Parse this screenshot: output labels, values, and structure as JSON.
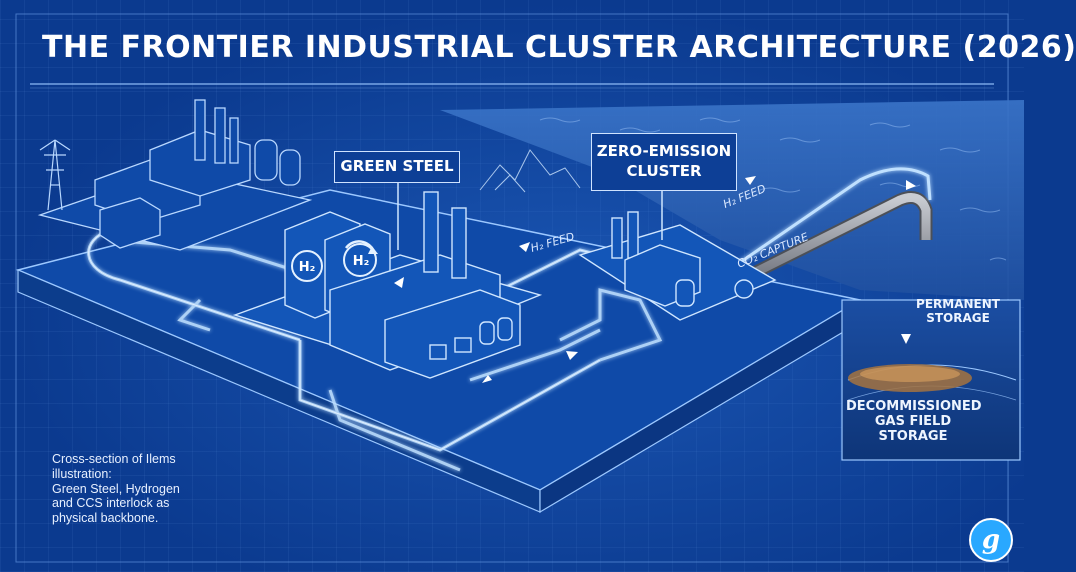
{
  "title": "THE FRONTIER INDUSTRIAL CLUSTER ARCHITECTURE (2026)",
  "labels": {
    "green_steel": "GREEN STEEL",
    "zero_emission_line1": "ZERO-EMISSION",
    "zero_emission_line2": "CLUSTER",
    "permanent_storage_line1": "PERMANENT",
    "permanent_storage_line2": "STORAGE",
    "gas_field_line1": "DECOMMISSIONED",
    "gas_field_line2": "GAS FIELD",
    "gas_field_line3": "STORAGE"
  },
  "flows": {
    "h2_feed_center": "H₂ FEED",
    "h2_feed_right": "H₂ FEED",
    "co2_capture": "CO₂ CAPTURE"
  },
  "tank_marks": {
    "left": "H₂",
    "right": "H₂"
  },
  "caption": {
    "line1": "Cross-section of Ilems",
    "line2": "illustration:",
    "line3": "Green Steel, Hydrogen",
    "line4": "and CCS interlock as",
    "line5": "physical backbone."
  },
  "logo": {
    "glyph": "g",
    "icon": "brand-logo-icon"
  },
  "colors": {
    "background": "#0b3a8f",
    "line": "#9cc8ff",
    "glow": "#bfe0ff",
    "sea": "#2f63b8",
    "pipe": "#8a8f9a",
    "logo": "#29a8ff"
  }
}
